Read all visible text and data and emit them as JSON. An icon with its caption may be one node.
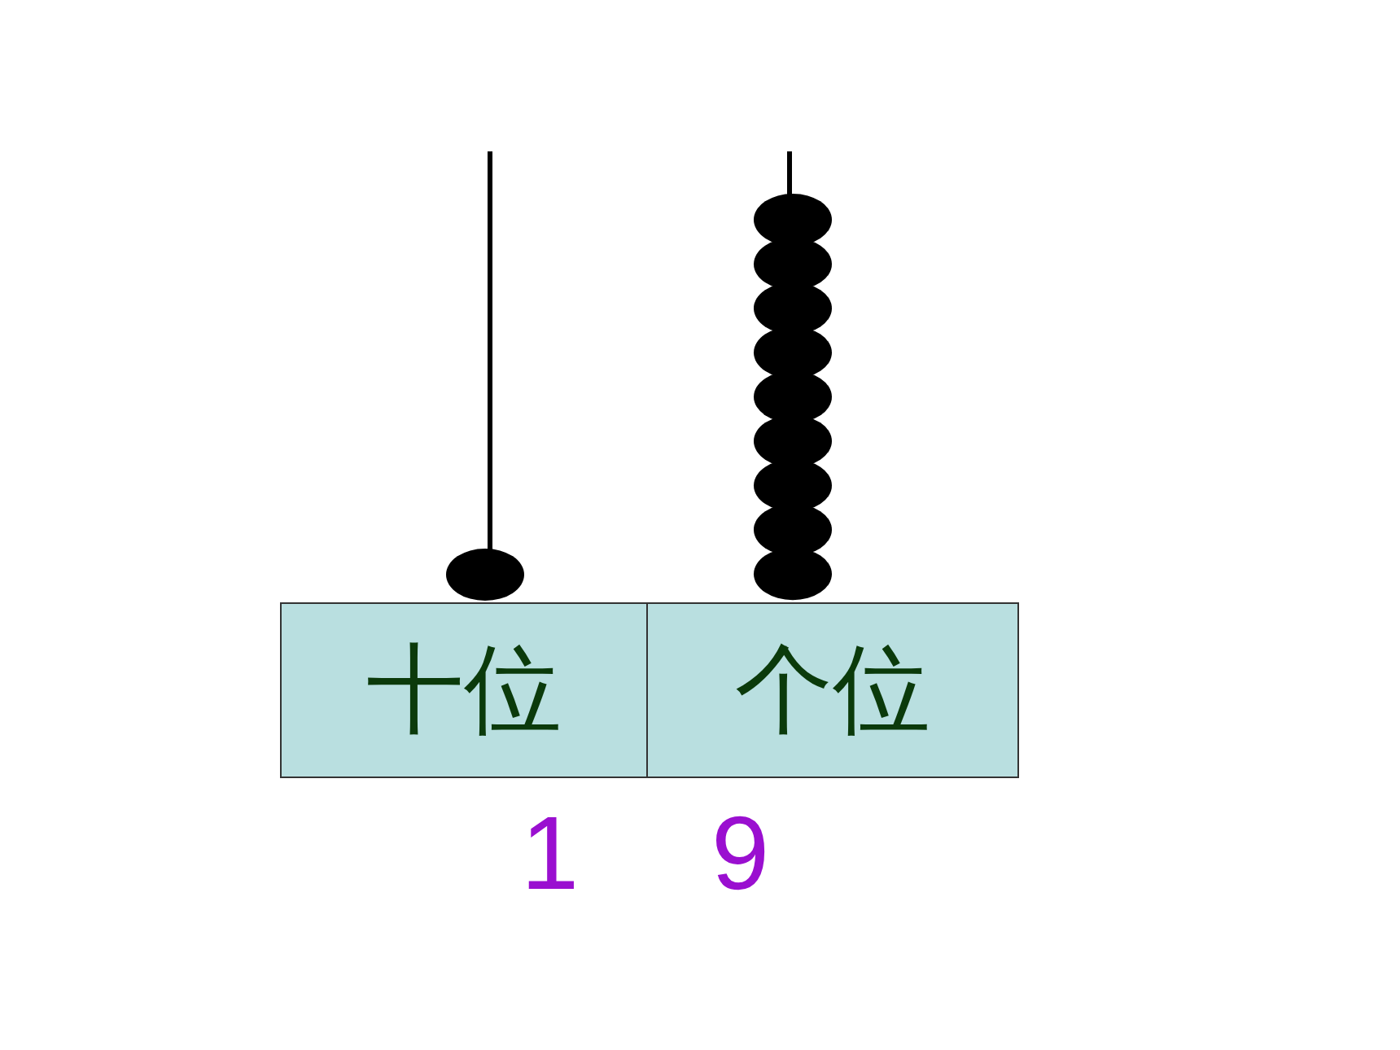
{
  "diagram": {
    "nodes": [
      {
        "text": [
          "十位"
        ]
      },
      {
        "text": [
          "个位"
        ]
      }
    ],
    "labels": [
      "1",
      "9"
    ]
  }
}
